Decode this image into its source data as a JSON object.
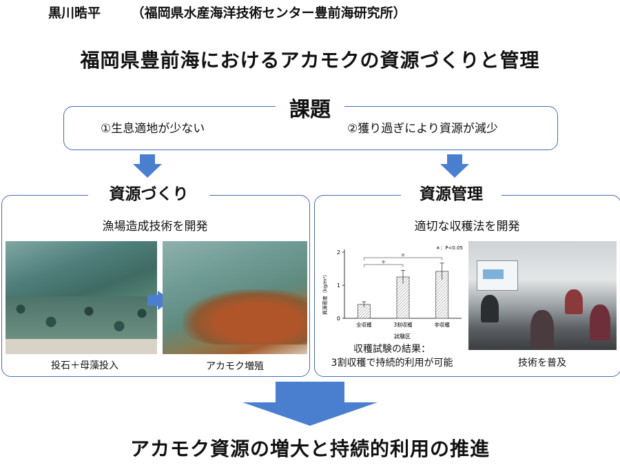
{
  "header": {
    "author": "黒川晧平",
    "affiliation": "（福岡県水産海洋技術センター豊前海研究所）"
  },
  "title": "福岡県豊前海におけるアカモクの資源づくりと管理",
  "issues": {
    "label": "課題",
    "items": [
      "①生息適地が少ない",
      "②獲り過ぎにより資源が減少"
    ]
  },
  "resource_building": {
    "label": "資源づくり",
    "subtitle": "漁場造成技術を開発",
    "photo_captions": [
      "投石＋母藻投入",
      "アカモク増殖"
    ]
  },
  "resource_management": {
    "label": "資源管理",
    "subtitle": "適切な収穫法を開発",
    "result_lines": [
      "収穫試験の結果：",
      "3割収穫で持続的利用が可能"
    ],
    "photo_caption": "技術を普及"
  },
  "conclusion": "アカモク資源の増大と持続的利用の推進",
  "colors": {
    "border": "#4a6ab5",
    "arrow": "#4a7fd0"
  },
  "chart_data": {
    "type": "bar",
    "categories": [
      "全収穫",
      "3割収穫",
      "非収穫"
    ],
    "values": [
      0.42,
      1.25,
      1.42
    ],
    "errors": [
      0.08,
      0.2,
      0.25
    ],
    "xlabel": "試験区",
    "ylabel": "資源密度（kg/m²）",
    "ylim": [
      0,
      2
    ],
    "yticks": [
      "0",
      "1",
      "2"
    ],
    "annotation": "＊：P<0.05",
    "significance_marker": "＊"
  }
}
